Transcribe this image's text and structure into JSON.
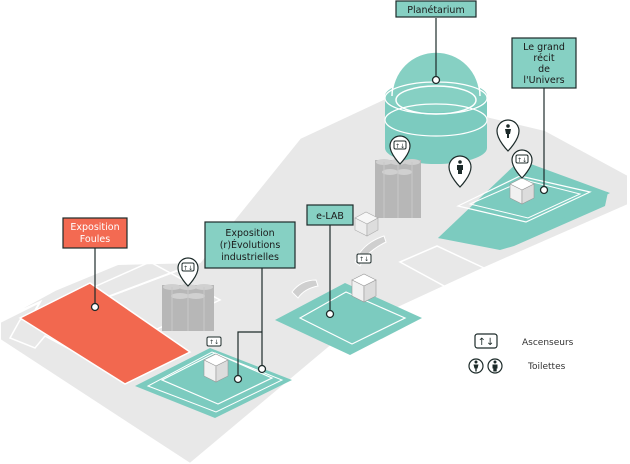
{
  "colors": {
    "floor": "#e8e8e8",
    "floor_stroke": "#ffffff",
    "teal": "#7ccbbf",
    "teal_label": "#86d0c3",
    "label_stroke": "#1d2b2a",
    "red": "#f2684f",
    "red_label": "#f36a52",
    "column": "#b7b7b7",
    "pin": "#ffffff"
  },
  "labels": {
    "planetarium": "Planétarium",
    "grand_recit_1": "Le grand",
    "grand_recit_2": "récit",
    "grand_recit_3": "de",
    "grand_recit_4": "l'Univers",
    "elab": "e-LAB",
    "evolutions_1": "Exposition",
    "evolutions_2": "(r)Évolutions",
    "evolutions_3": "industrielles",
    "foules_1": "Exposition",
    "foules_2": "Foules"
  },
  "legend": {
    "elevators": "Ascenseurs",
    "toilets": "Toilettes",
    "elevator_icon": "elevator-icon",
    "toilet_icon": "toilet-icon"
  }
}
